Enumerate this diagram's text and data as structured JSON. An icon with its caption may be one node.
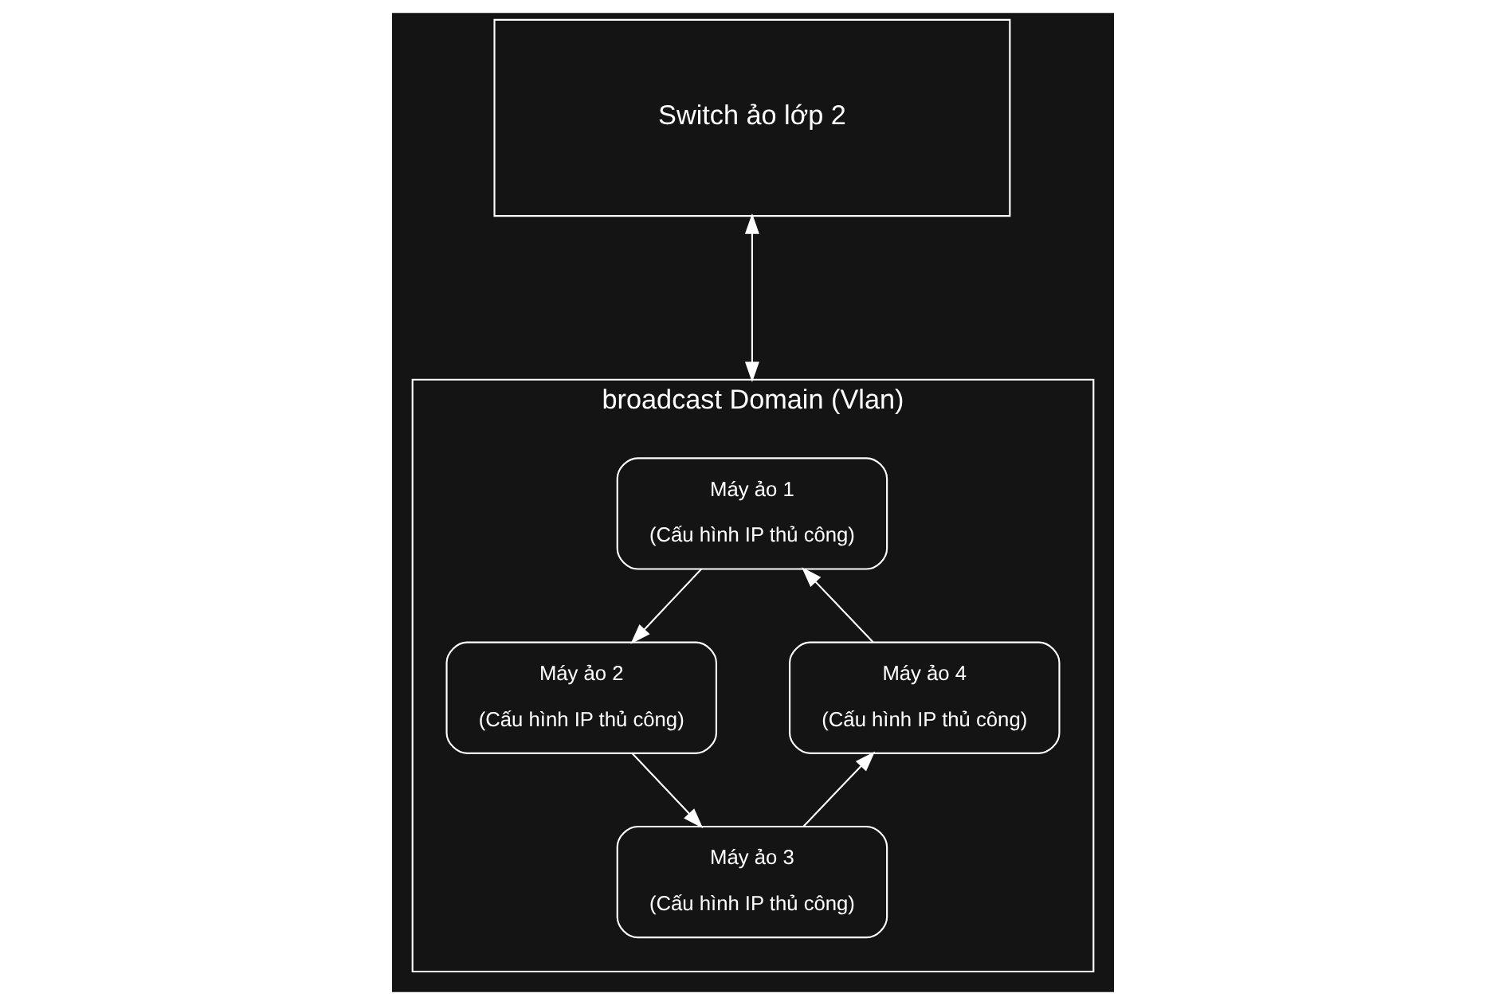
{
  "diagram": {
    "nodes": [
      {
        "text": [
          "Switch ảo lớp 2"
        ]
      },
      {
        "text": [
          "broadcast Domain (Vlan)"
        ]
      },
      {
        "text": [
          "Máy ảo 1",
          "(Cấu hình IP thủ công)"
        ],
        "in": 1
      },
      {
        "text": [
          "Máy ảo 2",
          "(Cấu hình IP thủ công)"
        ],
        "in": 1
      },
      {
        "text": [
          "Máy ảo 4",
          "(Cấu hình IP thủ công)"
        ],
        "in": 1
      },
      {
        "text": [
          "Máy ảo 3",
          "(Cấu hình IP thủ công)"
        ],
        "in": 1
      }
    ],
    "edges": [
      {
        "from": 0,
        "to": 1,
        "arrow": "both"
      },
      {
        "from": 2,
        "to": 3,
        "arrow": "to"
      },
      {
        "from": 3,
        "to": 5,
        "arrow": "to"
      },
      {
        "from": 5,
        "to": 4,
        "arrow": "to"
      },
      {
        "from": 4,
        "to": 2,
        "arrow": "to"
      }
    ]
  }
}
